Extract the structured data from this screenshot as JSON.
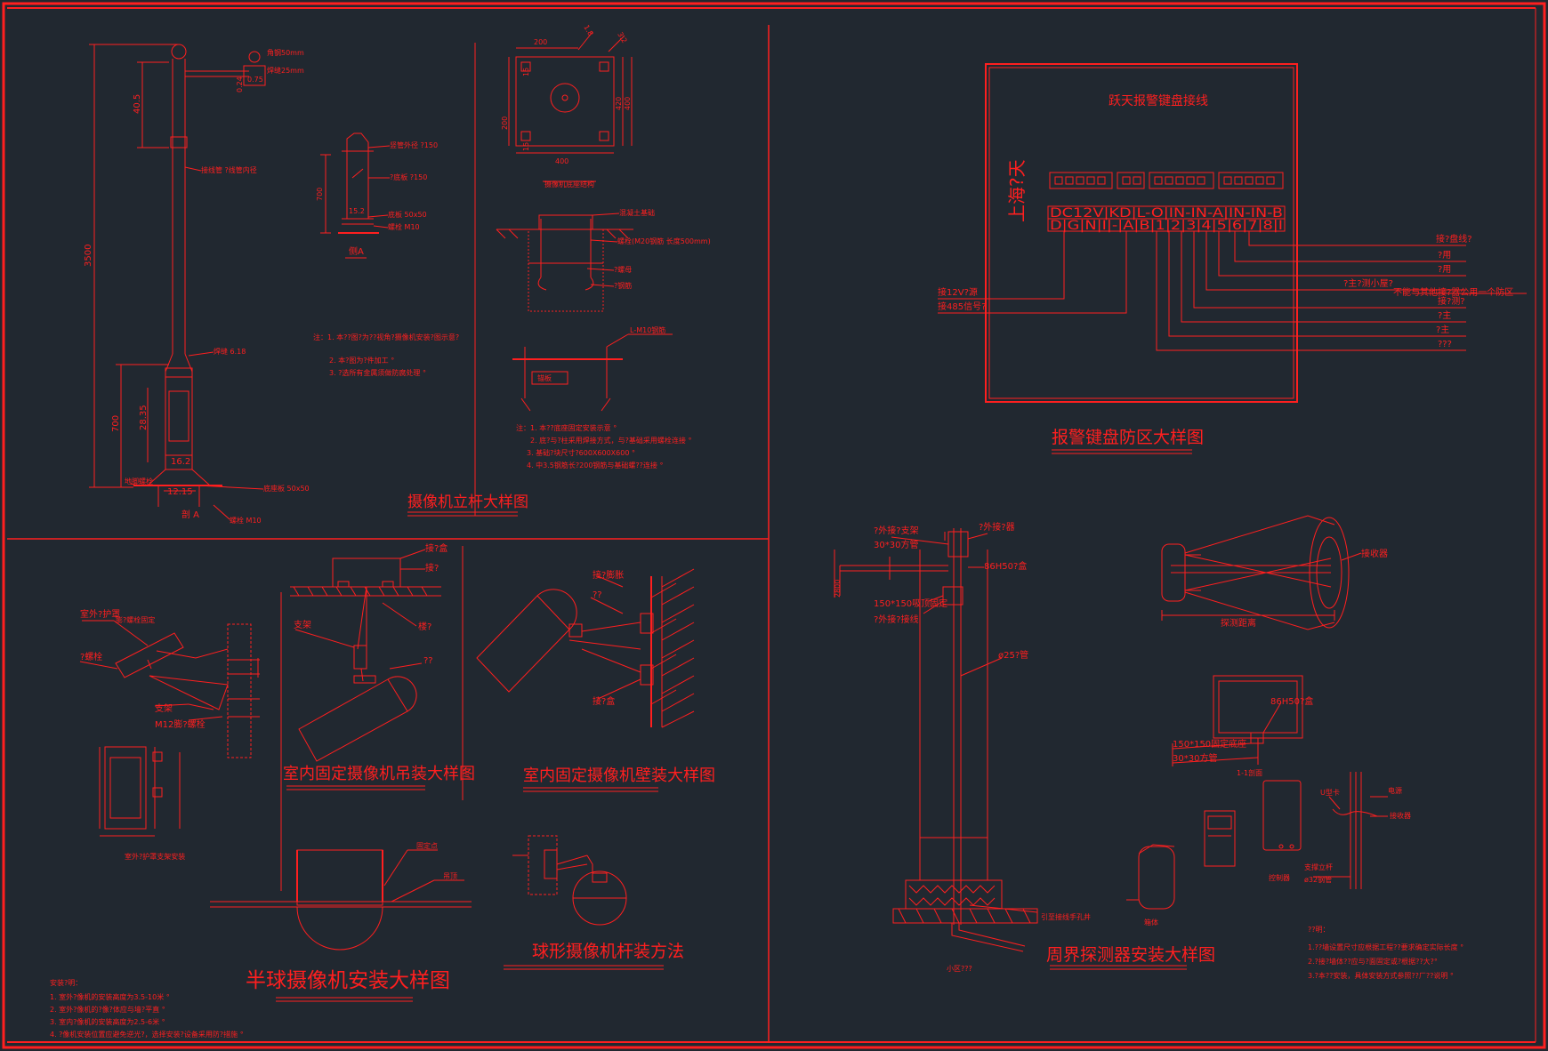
{
  "colors": {
    "background": "#212830",
    "line": "#ff1f1f"
  },
  "titles": {
    "pole": "摄像机立杆大样图",
    "keyboard": "报警键盘防区大样图",
    "hemisphere": "半球摄像机安装大样图",
    "ceiling": "室内固定摄像机吊装大样图",
    "wall": "室内固定摄像机壁装大样图",
    "dome_pole": "球形摄像机杆装方法",
    "perimeter": "周界探测器安装大样图"
  },
  "keyboard": {
    "panel_title": "跃天报警键盘接线",
    "side_text": "上海?天",
    "terminal_row1": "DC12V|KD|L-O|IN-IN-A|IN-IN-B",
    "terminal_row2": "D|G|N|I|-|A|B|1|2|3|4|5|6|7|8|I",
    "left_labels": [
      "接12V?源",
      "接485信号?"
    ],
    "right_labels": [
      "接?盘线?",
      "?用",
      "?用",
      "?主?测小屋?",
      "不能与其他接?器公用一个防区",
      "?主",
      "?主",
      "???"
    ],
    "right_label_extra": "接?测?"
  },
  "pole": {
    "dims": {
      "top": "40.5",
      "height": "3500",
      "base": "700",
      "base_inner": "28.35",
      "base_w": "16.2",
      "foot": "12.15"
    },
    "labels": [
      "接线管 ?线管内径",
      "焊缝  6.18",
      "底座板  50x50",
      "螺栓  M10",
      "地脚螺栓",
      "剖 A"
    ],
    "arm_labels": [
      "角钢50mm",
      "焊缝25mm"
    ],
    "arm_dims": [
      "0.24",
      "0.75"
    ],
    "detail_dims": [
      "700",
      "15.2"
    ],
    "detail_labels": [
      "竖管外径 ?150",
      "?底板 ?150",
      "底板  50x50",
      "螺栓  M10"
    ],
    "detail_title": "侧A",
    "base_top_dims": [
      "200",
      "400",
      "200",
      "420",
      "400",
      "1.8",
      "3.2",
      "15",
      "15"
    ],
    "base_top_title": "摄像机底座结构",
    "found_labels": [
      "混凝土基础",
      "螺栓(M20钢筋 长度500mm)",
      "?螺母",
      "?钢筋",
      "L-M10钢筋"
    ],
    "found_title": "锚板",
    "notes_left": [
      "注：1. 本??图?为??视角?摄像机安装?图示意?",
      "2. 本?图为?件加工 °",
      "3. ?选所有金属须做防腐处理 °"
    ],
    "notes_right": [
      "注：1. 本??底座固定安装示意 °",
      "2. 底?与?柱采用焊接方式，与?基础采用螺栓连接 °",
      "3. 基础?块尺寸?600X600X600 °",
      "4. 中3.5钢筋长?200钢筋与基础螺??连接 °"
    ]
  },
  "hemisphere": {
    "bracket_labels": [
      "室外?护罩",
      "?螺栓",
      "支架",
      "M12膨?螺栓",
      "膨?螺栓固定",
      "室外?护罩支架安装"
    ],
    "labels": [
      "固定点",
      "吊顶"
    ],
    "notes_title": "安装?明：",
    "notes": [
      "1. 室外?像机的安装高度为3.5-10米 °",
      "2. 室外?像机的?像?体应与墙?平直 °",
      "3. 室内?像机的安装高度为2.5-6米 °",
      "4. ?像机安装位置应避免逆光?，选择安装?设备采用防?措施 °"
    ]
  },
  "ceiling": {
    "labels": [
      "接?盒",
      "接?",
      "支架",
      "楼?",
      "??"
    ]
  },
  "wall": {
    "labels": [
      "接?膨胀",
      "??",
      "接?盒"
    ]
  },
  "perimeter": {
    "pole_labels": [
      "?外接?支架",
      "30*30方管",
      "?外接?器",
      "86H50?盒",
      "150*150吸顶固定",
      "?外接?接线",
      "ø25?管",
      "引至接线手孔井",
      "小区???"
    ],
    "height_dim": "2800",
    "beam_labels": [
      "接收器",
      "探测距离"
    ],
    "detail_labels": [
      "86H50?盒",
      "150*150固定底座",
      "30*30方管"
    ],
    "device_labels": [
      "1-1剖面",
      "控制器",
      "U型卡",
      "电源",
      "接收器",
      "支撑立杆",
      "ø32钢管",
      "箱体"
    ],
    "notes_title": "??明：",
    "notes": [
      "1.??墙设置尺寸应根据工程??要求确定实际长度 °",
      "2.?接?墙体??应与?面固定或?根据??大?°",
      "3.?本??安装，具体安装方式参照??厂??说明 °"
    ]
  }
}
